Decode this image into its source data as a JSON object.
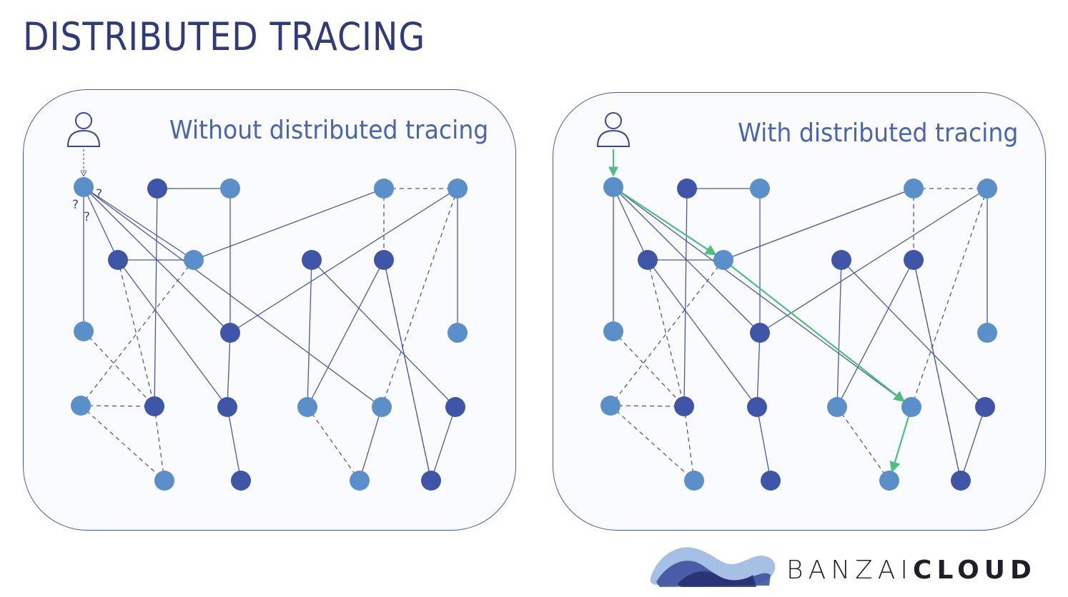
{
  "title": "DISTRIBUTED TRACING",
  "panels": {
    "left": {
      "title": "Without distributed tracing",
      "question_marks": [
        "?",
        "?",
        "?"
      ]
    },
    "right": {
      "title": "With distributed tracing"
    }
  },
  "brand": {
    "name_light": "BANZAI",
    "name_bold": "CLOUD"
  },
  "colors": {
    "title": "#2f3b7a",
    "panel_title": "#4a64b0",
    "node_light": "#5b8fc9",
    "node_dark": "#3f55a8",
    "edge": "#4a5aa0",
    "trace": "#4dbf7f"
  },
  "icons": [
    "user-icon",
    "banzai-cloud-logo"
  ]
}
